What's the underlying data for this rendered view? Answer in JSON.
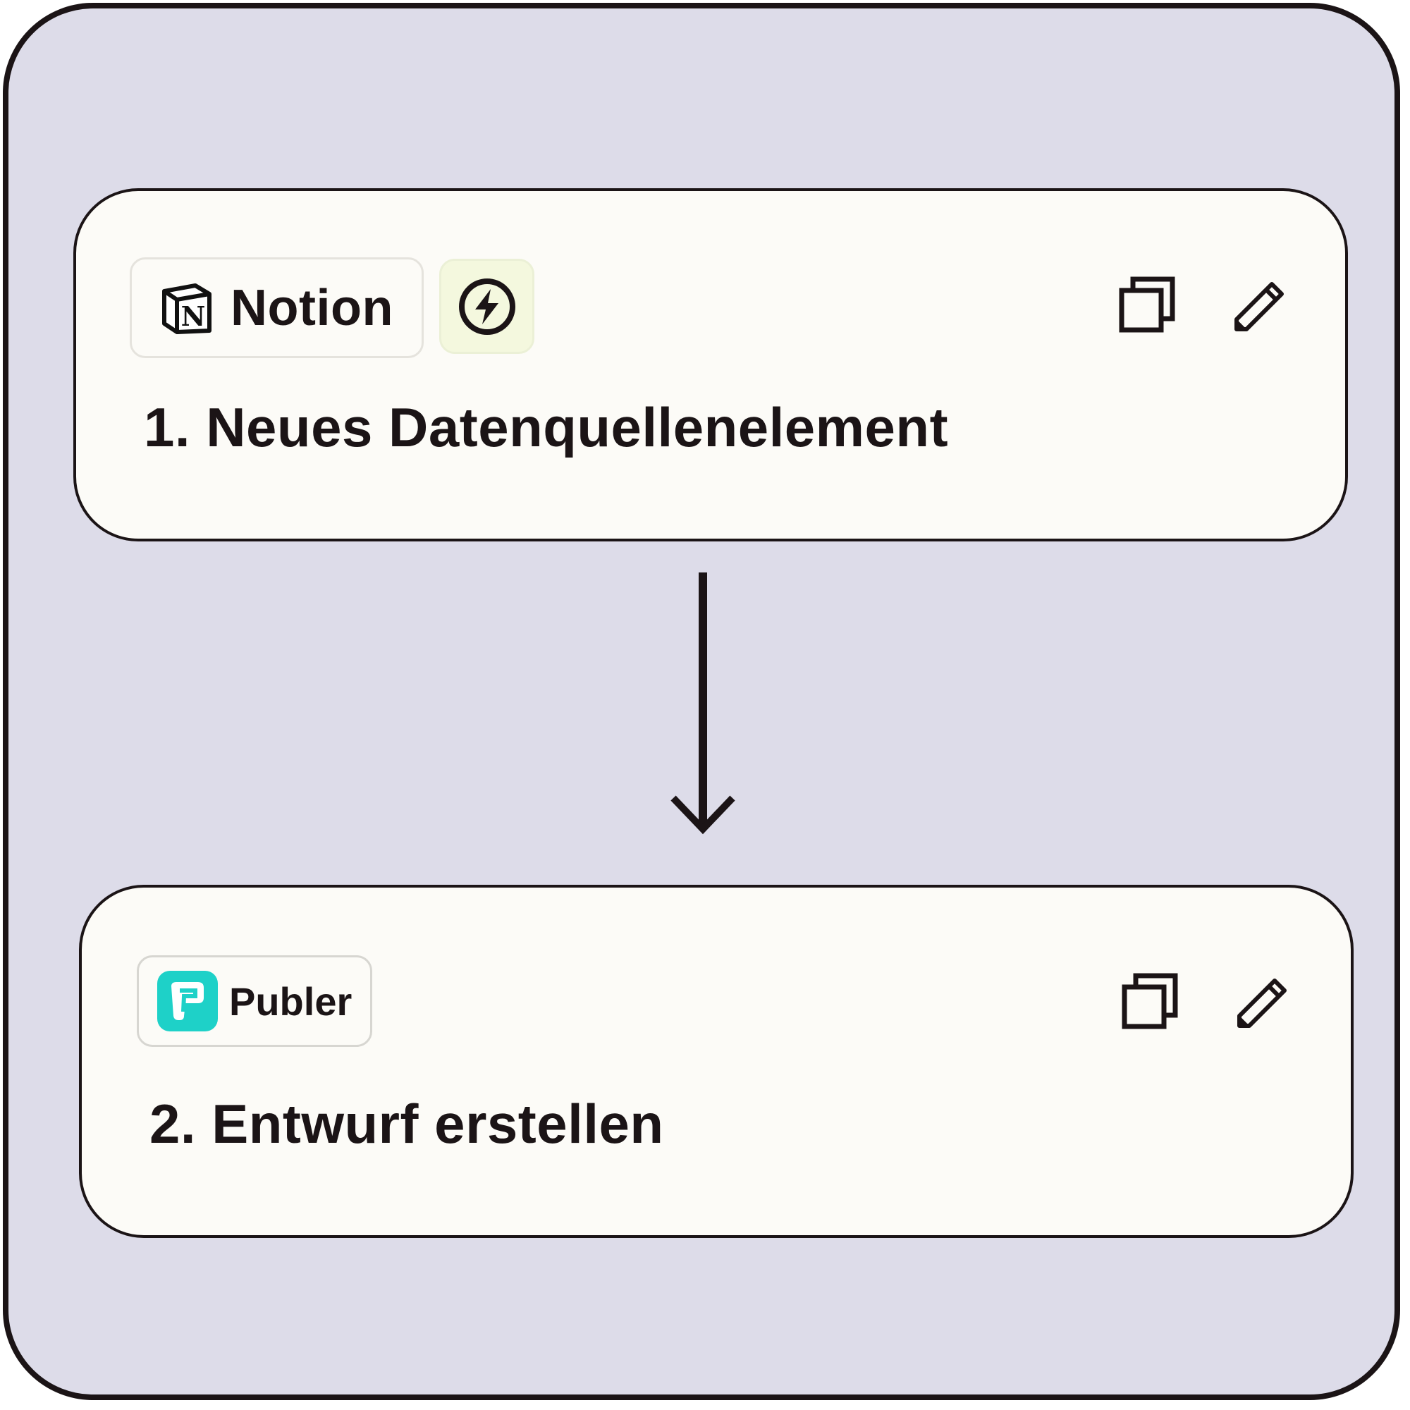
{
  "steps": [
    {
      "app_label": "Notion",
      "app_icon": "notion-logo-icon",
      "trigger_icon": "lightning-bolt-icon",
      "title": "1. Neues Datenquellenelement",
      "actions": [
        "copy-icon",
        "pencil-icon"
      ]
    },
    {
      "app_label": "Publer",
      "app_icon": "publer-logo-icon",
      "title": "2. Entwurf erstellen",
      "actions": [
        "copy-icon",
        "pencil-icon"
      ]
    }
  ],
  "colors": {
    "background": "#dddce9",
    "card": "#fcfbf7",
    "ink": "#1b1416",
    "trigger_chip": "#f4f8de",
    "publer_brand": "#1ed1c8"
  }
}
